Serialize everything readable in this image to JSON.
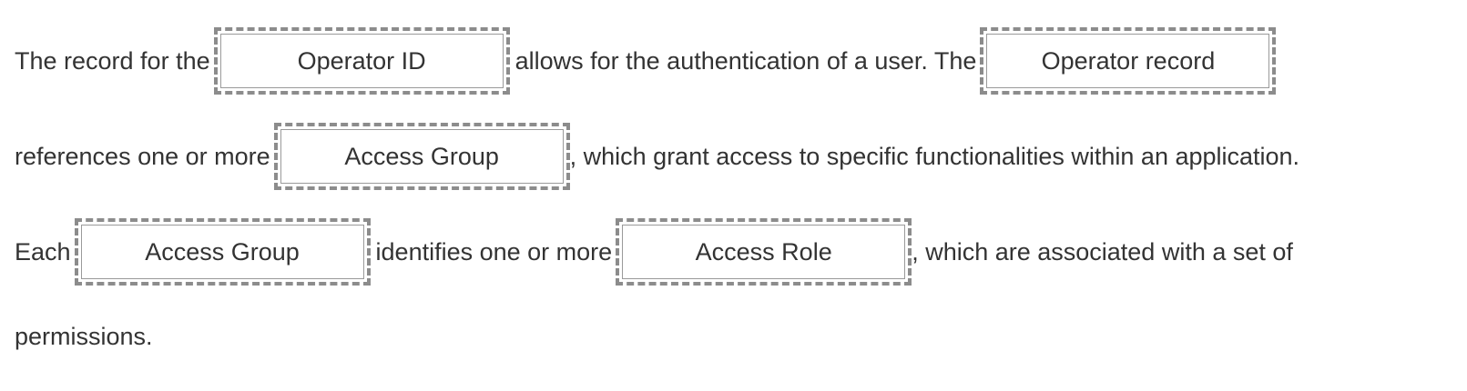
{
  "passage": {
    "line1": {
      "text_a": "The record for the",
      "blank1": "Operator ID",
      "text_b": "allows for the authentication of a user. The",
      "blank2": "Operator record"
    },
    "line2": {
      "text_a": "references one or more",
      "blank3": "Access Group",
      "text_b": ", which grant access to specific functionalities within an application."
    },
    "line3": {
      "text_a": "Each",
      "blank4": "Access Group",
      "text_b": "identifies one or more",
      "blank5": "Access Role",
      "text_c": ", which are associated with a set of"
    },
    "line4": {
      "text_a": "permissions."
    }
  }
}
